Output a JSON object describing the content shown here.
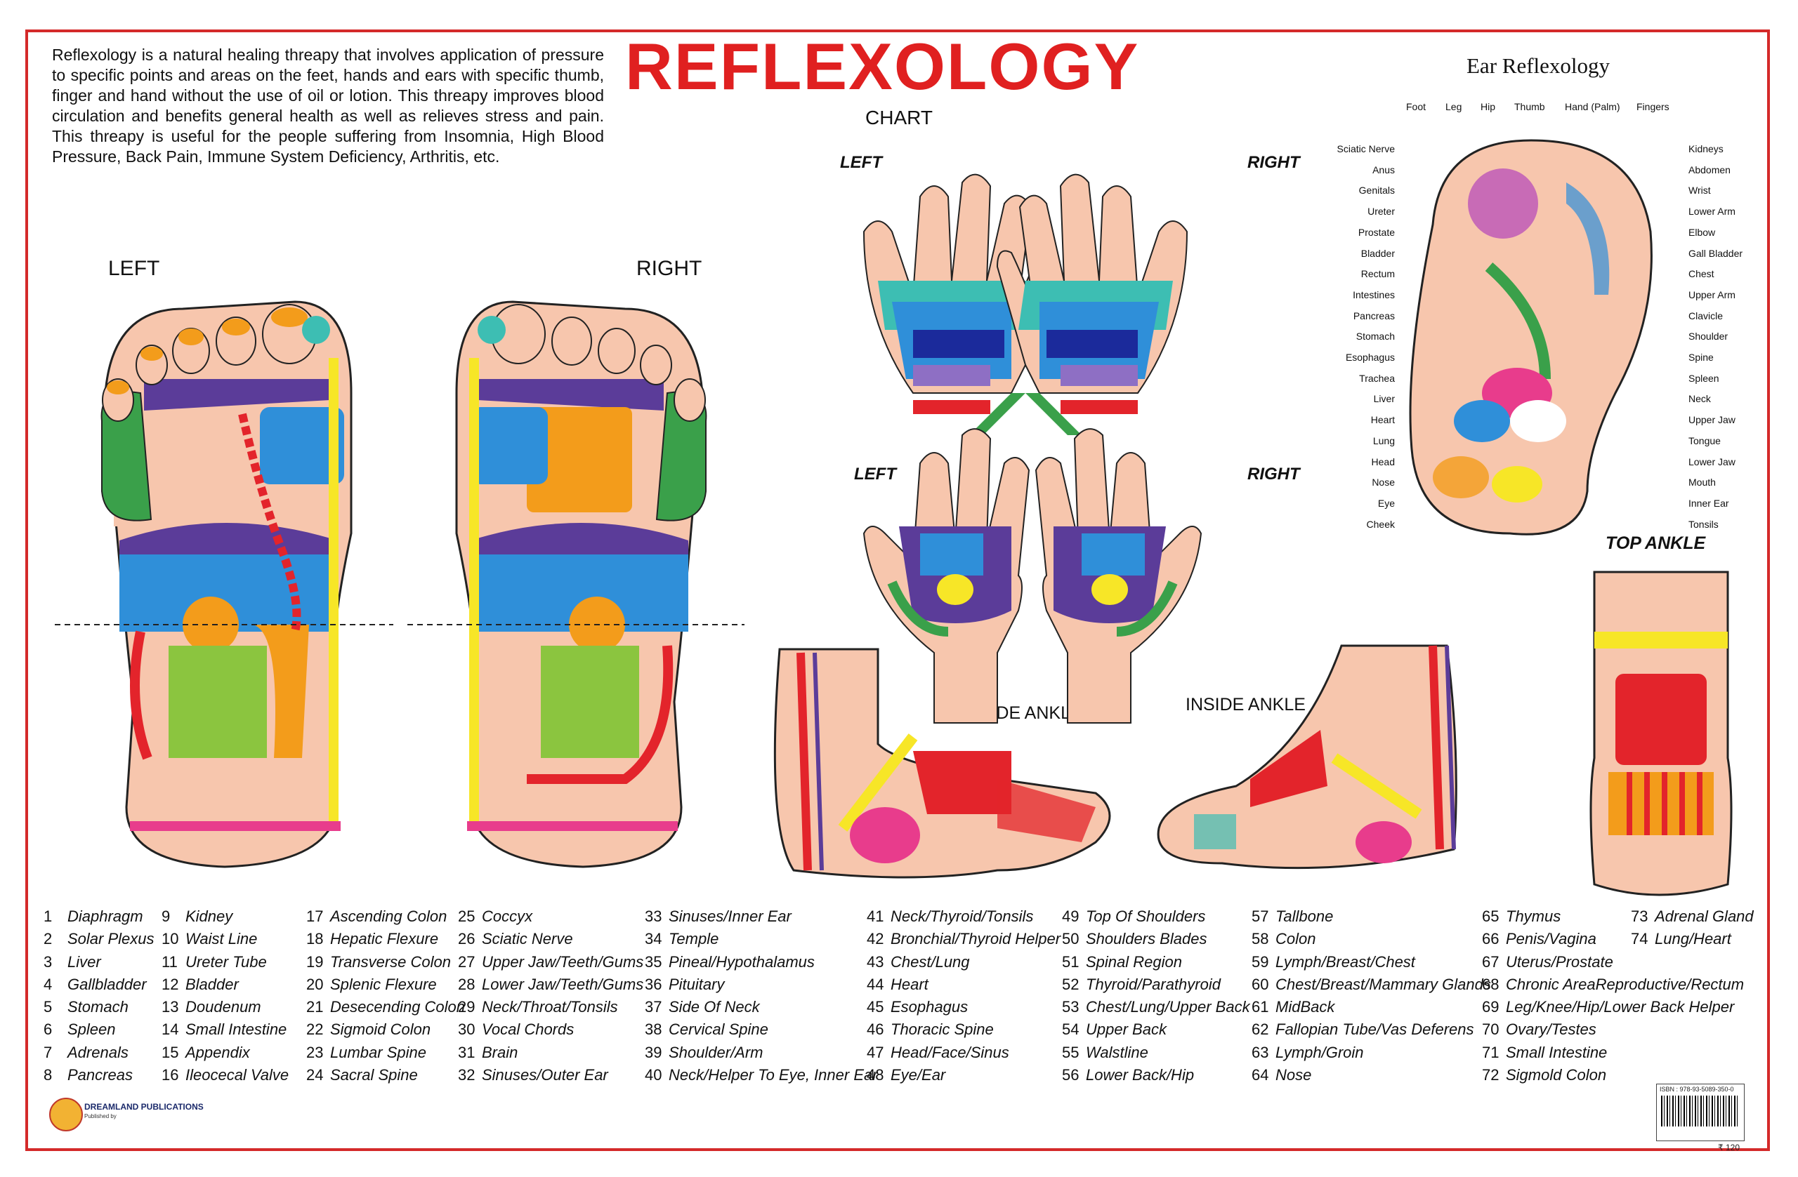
{
  "intro": "Reflexology is a natural healing threapy that involves application of pressure to specific points and areas on the feet, hands and ears with specific thumb, finger and hand without the use of oil or lotion. This threapy improves blood circulation and benefits general health as well as relieves stress and pain. This threapy is useful for the people suffering from Insomnia, High Blood Pressure, Back Pain, Immune System Deficiency, Arthritis, etc.",
  "title": "REFLEXOLOGY",
  "subtitle": "CHART",
  "feet": {
    "left_label": "LEFT",
    "right_label": "RIGHT"
  },
  "hands": {
    "left_label": "LEFT",
    "right_label": "RIGHT"
  },
  "ear": {
    "title": "Ear Reflexology",
    "top_labels": [
      "Foot",
      "Leg",
      "Hip",
      "Thumb",
      "Hand (Palm)",
      "Fingers"
    ],
    "left_labels": [
      "Sciatic Nerve",
      "Anus",
      "Genitals",
      "Ureter",
      "Prostate",
      "Bladder",
      "Rectum",
      "Intestines",
      "Pancreas",
      "Stomach",
      "Esophagus",
      "Trachea",
      "Liver",
      "Heart",
      "Lung",
      "Head",
      "Nose",
      "Eye",
      "Cheek"
    ],
    "right_labels": [
      "Kidneys",
      "Abdomen",
      "Wrist",
      "Lower Arm",
      "Elbow",
      "Gall Bladder",
      "Chest",
      "Upper Arm",
      "Clavicle",
      "Shoulder",
      "Spine",
      "Spleen",
      "Neck",
      "Upper Jaw",
      "Tongue",
      "Lower Jaw",
      "Mouth",
      "Inner Ear",
      "Tonsils"
    ]
  },
  "ankles": {
    "outside": "OUTSIDE ANKLE",
    "inside": "INSIDE ANKLE",
    "top": "TOP ANKLE"
  },
  "colors": {
    "title_red": "#e02020",
    "frame_red": "#d42a2a",
    "skin": "#f7c6ad",
    "purple": "#5b3c99",
    "blue": "#2f8fd9",
    "yellow": "#f7e627",
    "green": "#3aa04a",
    "orange": "#f39c1b",
    "magenta": "#e83c8c",
    "lime": "#8bc53f",
    "red": "#e3242b"
  },
  "legend": [
    [
      "1 Diaphragm",
      "2 Solar Plexus",
      "3 Liver",
      "4 Gallbladder",
      "5 Stomach",
      "6 Spleen",
      "7 Adrenals",
      "8 Pancreas"
    ],
    [
      "9 Kidney",
      "10 Waist Line",
      "11 Ureter Tube",
      "12 Bladder",
      "13 Doudenum",
      "14 Small Intestine",
      "15 Appendix",
      "16 Ileocecal Valve"
    ],
    [
      "17 Ascending Colon",
      "18 Hepatic Flexure",
      "19 Transverse Colon",
      "20 Splenic Flexure",
      "21 Desecending Colon",
      "22 Sigmoid Colon",
      "23 Lumbar Spine",
      "24 Sacral Spine"
    ],
    [
      "25 Coccyx",
      "26 Sciatic Nerve",
      "27 Upper Jaw/Teeth/Gums",
      "28 Lower Jaw/Teeth/Gums",
      "29 Neck/Throat/Tonsils",
      "30 Vocal Chords",
      "31 Brain",
      "32 Sinuses/Outer Ear"
    ],
    [
      "33 Sinuses/Inner Ear",
      "34 Temple",
      "35 Pineal/Hypothalamus",
      "36 Pituitary",
      "37 Side Of Neck",
      "38 Cervical Spine",
      "39 Shoulder/Arm",
      "40 Neck/Helper To Eye, Inner Ear"
    ],
    [
      "41 Neck/Thyroid/Tonsils",
      "42 Bronchial/Thyroid Helper",
      "43 Chest/Lung",
      "44 Heart",
      "45 Esophagus",
      "46 Thoracic Spine",
      "47 Head/Face/Sinus",
      "48 Eye/Ear"
    ],
    [
      "49 Top Of Shoulders",
      "50 Shoulders Blades",
      "51 Spinal Region",
      "52 Thyroid/Parathyroid",
      "53 Chest/Lung/Upper Back",
      "54 Upper Back",
      "55 Walstline",
      "56 Lower Back/Hip"
    ],
    [
      "57 Tallbone",
      "58 Colon",
      "59 Lymph/Breast/Chest",
      "60 Chest/Breast/Mammary Glands",
      "61 MidBack",
      "62 Fallopian Tube/Vas Deferens",
      "63 Lymph/Groin",
      "64 Nose"
    ],
    [
      "65 Thymus",
      "66 Penis/Vagina",
      "67 Uterus/Prostate",
      "68 Chronic AreaReproductive/Rectum",
      "69 Leg/Knee/Hip/Lower Back Helper",
      "70 Ovary/Testes",
      "71 Small Intestine",
      "72 Sigmold Colon"
    ],
    [
      "73 Adrenal Gland",
      "74 Lung/Heart"
    ]
  ],
  "publisher": {
    "name": "DREAMLAND PUBLICATIONS",
    "label": "Published by"
  },
  "isbn": "ISBN : 978-93-5089-350-0",
  "price": "₹ 120"
}
